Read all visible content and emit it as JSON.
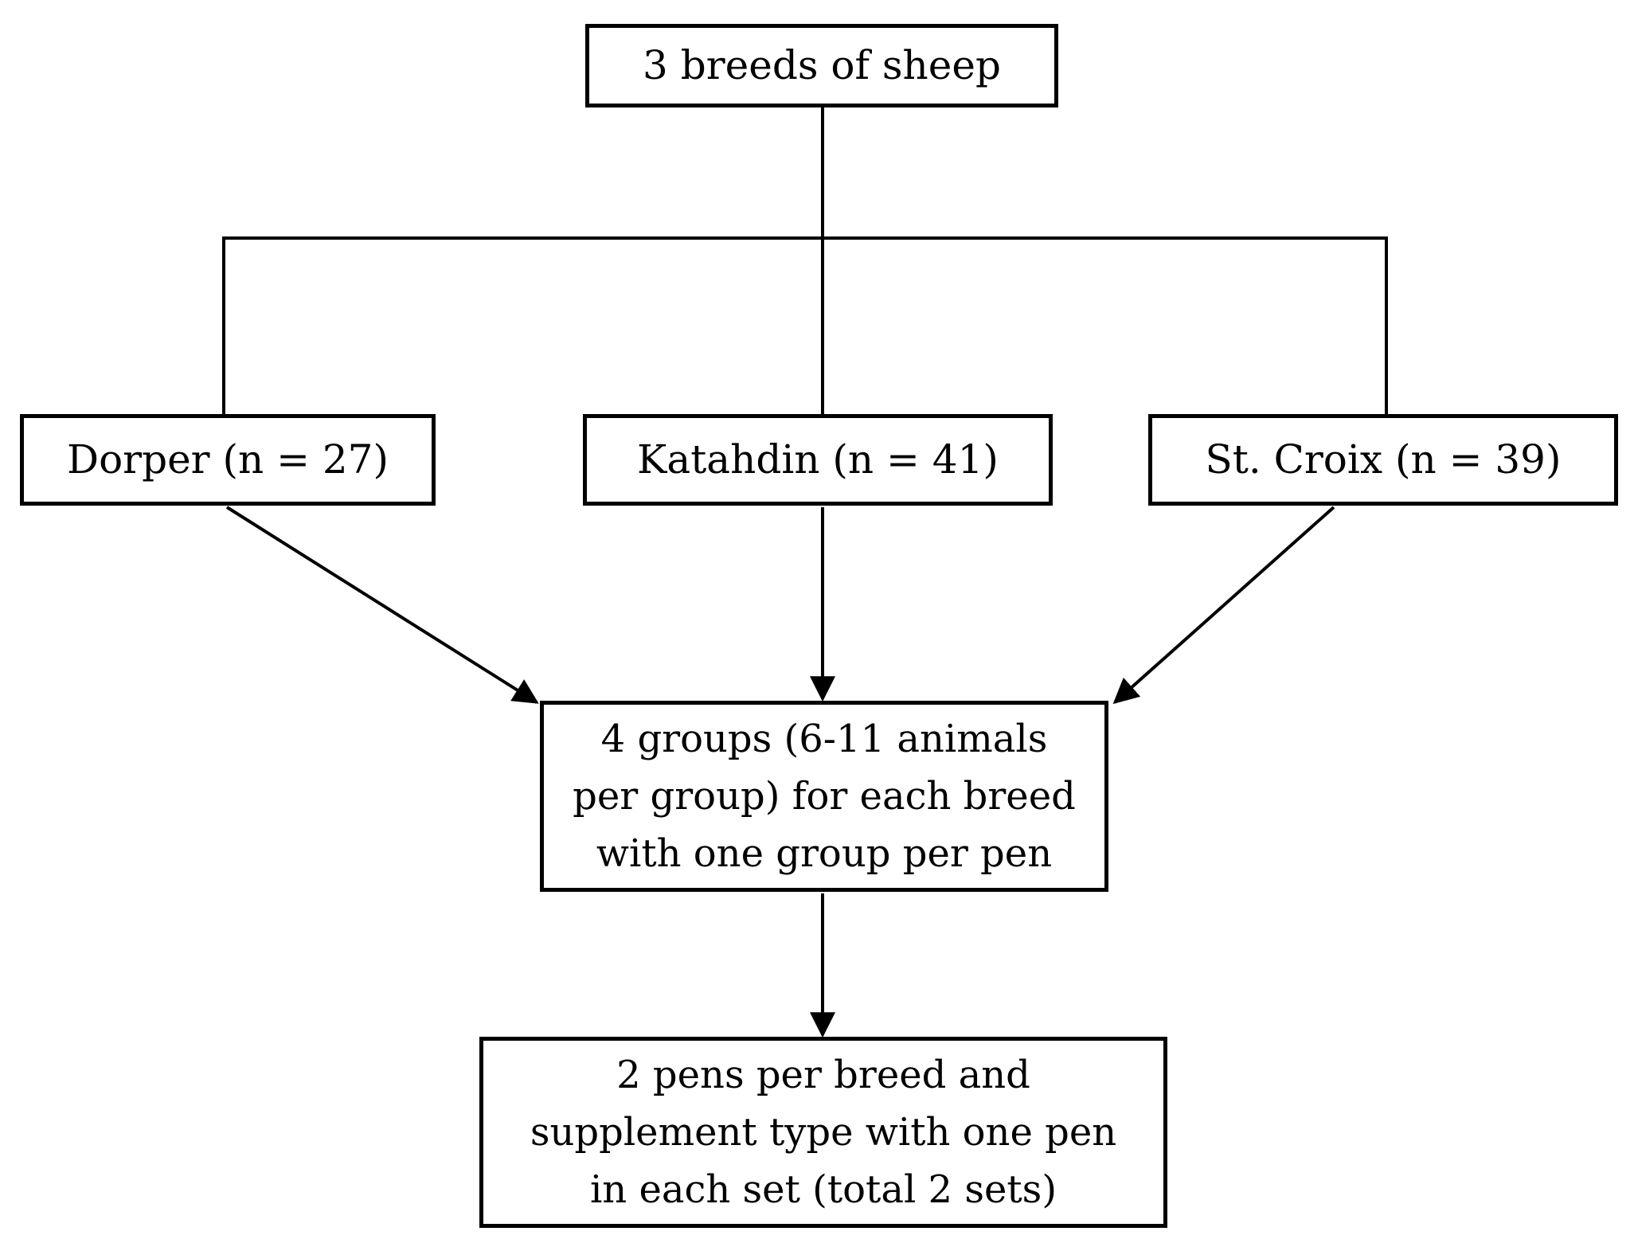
{
  "flowchart": {
    "nodes": {
      "root": {
        "label": "3 breeds of sheep"
      },
      "dorper": {
        "label": "Dorper (n = 27)"
      },
      "katahdin": {
        "label": "Katahdin (n = 41)"
      },
      "stcroix": {
        "label": "St. Croix (n = 39)"
      },
      "groups": {
        "lines": [
          "4 groups (6-11 animals",
          "per group) for each breed",
          "with one group per pen"
        ]
      },
      "pens": {
        "lines": [
          "2 pens per breed and",
          "supplement type with one pen",
          "in each set (total 2 sets)"
        ]
      }
    },
    "colors": {
      "line": "#000000",
      "text": "#000000",
      "background": "#ffffff"
    }
  }
}
